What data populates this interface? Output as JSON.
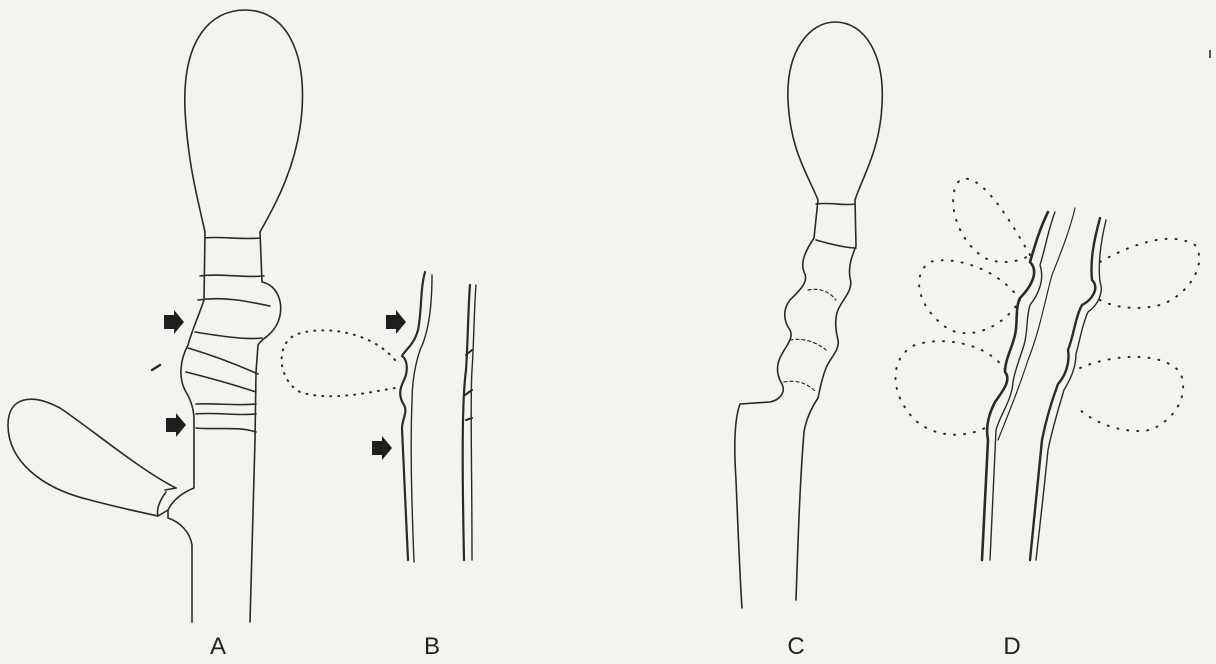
{
  "panels": [
    {
      "id": "A",
      "label": "A"
    },
    {
      "id": "B",
      "label": "B"
    },
    {
      "id": "C",
      "label": "C"
    },
    {
      "id": "D",
      "label": "D"
    }
  ],
  "colors": {
    "line": "#2a2a2a",
    "background": "#f3f3ef",
    "arrow": "#1e1e1e"
  }
}
